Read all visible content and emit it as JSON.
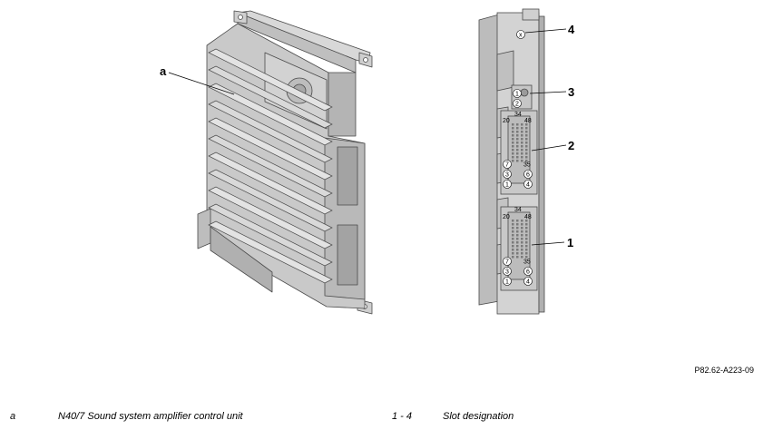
{
  "figure_id": "P82.62-A223-09",
  "callouts": {
    "a": "a",
    "c1": "1",
    "c2": "2",
    "c3": "3",
    "c4": "4"
  },
  "pins": {
    "x": "x",
    "p34": "34",
    "p48": "48",
    "p20": "20",
    "p7": "7",
    "p3": "3",
    "p1": "1",
    "p35": "35",
    "p6": "6",
    "p4": "4",
    "p2": "2"
  },
  "legend": [
    {
      "key": "a",
      "text": "N40/7 Sound system amplifier control unit"
    },
    {
      "key": "1 - 4",
      "text": "Slot designation"
    }
  ],
  "colors": {
    "body": "#c8c8c8",
    "shadow": "#a9a9a9",
    "outline": "#4a4a4a",
    "light": "#e6e6e6"
  }
}
